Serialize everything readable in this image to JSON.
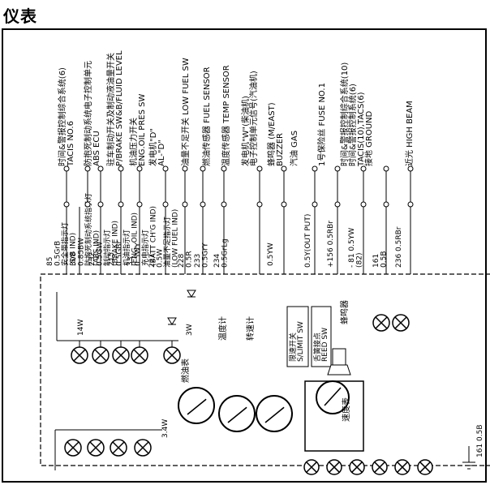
{
  "page_title": "仪表",
  "top_labels": [
    {
      "lines": [
        "时间&警报控制综合系统(6)",
        "TACIS NO.6"
      ]
    },
    {
      "lines": [
        "防抱死制动系统电子控制单元",
        "ABS ECU"
      ]
    },
    {
      "lines": [
        "驻车制动开关及制动液油量开关",
        "P/BRAKE SW&B/FLUID LEVEL"
      ]
    },
    {
      "lines": [
        "机油压力开关",
        "ENG.OIL PRES SW"
      ]
    },
    {
      "lines": [
        "发电机\"D\"",
        "AL-\"D\""
      ]
    },
    {
      "lines": [
        "油量不足开关 LOW FUEL SW"
      ]
    },
    {
      "lines": [
        "燃油传感器 FUEL SENSOR"
      ]
    },
    {
      "lines": [
        "温度传感器 TEMP SENSOR"
      ]
    },
    {
      "lines": [
        "发电机\"W\"(柴油机)",
        "电子控制单元信号(汽油机)"
      ]
    },
    {
      "lines": [
        "蜂鸣器 (M/EAST)",
        "BUZZER"
      ]
    },
    {
      "lines": [
        "汽油 GAS"
      ]
    },
    {
      "lines": [
        "1号保险丝 FUSE NO.1"
      ]
    },
    {
      "lines": [
        "时间&警报控制综合系统(10)",
        "时间&警报控制系统(6)",
        "TACIS(10),TACS(6)",
        "接地 GROUND"
      ]
    },
    {
      "lines": [
        "近光 HIGH BEAM"
      ]
    }
  ],
  "wire_labels": [
    {
      "lines": [
        "85",
        "0.5GrB",
        "安全带指示灯",
        "(S/B IND)"
      ]
    },
    {
      "lines": [
        "308",
        "0.85BW",
        "防抱死制动系统指示灯",
        "(ABS IND)"
      ]
    },
    {
      "lines": [
        "232",
        "0.5GW",
        "制动指示灯",
        "(BRAKE IND)"
      ]
    },
    {
      "lines": [
        "215",
        "0.5GBr",
        "机油指示灯",
        "(ENG. OIL IND)"
      ]
    },
    {
      "lines": [
        "33",
        "0.5WY",
        "充电指示灯",
        "(BATT CH'G IND)"
      ]
    },
    {
      "lines": [
        "227",
        "0.5W",
        "油量不足指示灯",
        "(LOW FUEL IND)"
      ]
    },
    {
      "lines": [
        "228",
        "0.5R"
      ]
    },
    {
      "lines": [
        "233",
        "0.5GrY"
      ]
    },
    {
      "lines": [
        "234",
        "0.5GrLg"
      ]
    },
    {
      "lines": [
        "0.5YW"
      ]
    },
    {
      "lines": [
        "0.5Y(OUT PUT)"
      ]
    },
    {
      "lines": [
        "+156 0.5RBr"
      ]
    },
    {
      "lines": [
        "- 81 0.5YW",
        "(82)"
      ]
    },
    {
      "lines": [
        "161",
        "0.5B"
      ]
    },
    {
      "lines": [
        "236 0.5RBr"
      ]
    }
  ],
  "gauge_labels": {
    "fuel_gauge": "燃油表",
    "temp_gauge": "温度计",
    "tachometer": "转速计",
    "speedometer": "速度表",
    "buzzer": "蜂鸣器",
    "speed_switch": "限速开关\nS/LIMIT SW",
    "reed_switch": "舌簧接点\nREED SW",
    "bulb_14w": "14W",
    "bulb_3w": "3W",
    "bulb_34w": "3.4W",
    "ground_label": "161 0.5B"
  }
}
